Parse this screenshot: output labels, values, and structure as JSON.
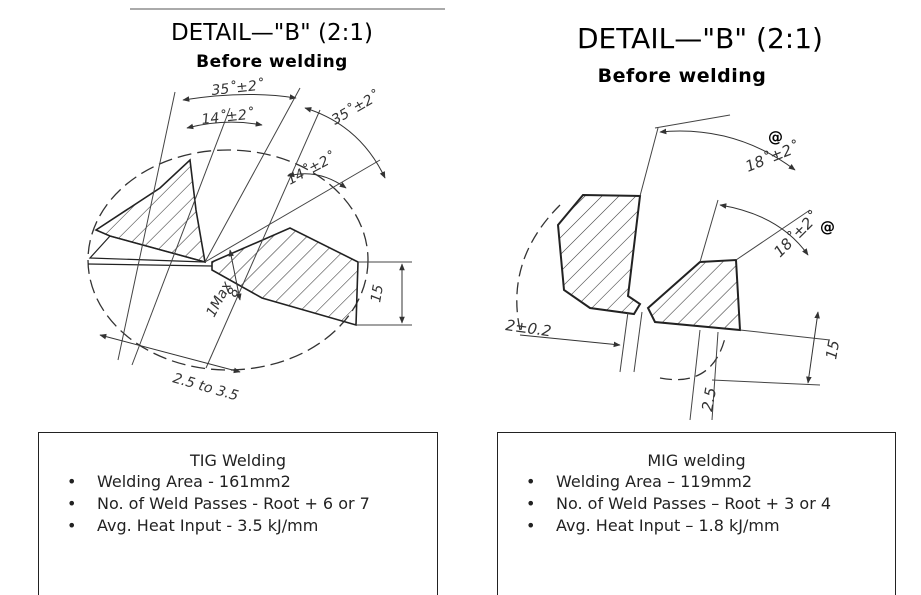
{
  "left_detail": {
    "title": "DETAIL—\"B\" (2:1)",
    "subtitle": "Before welding",
    "dims": {
      "outer_angle_left": "35˚±2˚",
      "inner_angle_left": "14˚±2˚",
      "outer_angle_right": "35˚±2˚",
      "inner_angle_right": "14˚±2˚",
      "max_gap": "1Max",
      "depth": "8",
      "thickness": "15",
      "root_gap": "2.5 to 3.5"
    }
  },
  "right_detail": {
    "title": "DETAIL—\"B\" (2:1)",
    "subtitle": "Before welding",
    "dims": {
      "angle_top": "18˚±2˚",
      "angle_bottom": "18˚±2˚",
      "gap": "2±0.2",
      "thickness": "15",
      "land": "2.5"
    }
  },
  "tig_box": {
    "title": "TIG Welding",
    "items": [
      "Welding Area - 161mm2",
      "No. of Weld Passes - Root + 6 or 7",
      "Avg. Heat Input - 3.5 kJ/mm"
    ]
  },
  "mig_box": {
    "title": "MIG welding",
    "items": [
      "Welding Area – 119mm2",
      "No. of Weld Passes – Root + 3 or 4",
      "Avg. Heat Input – 1.8 kJ/mm"
    ]
  },
  "bullet_symbol": "•"
}
